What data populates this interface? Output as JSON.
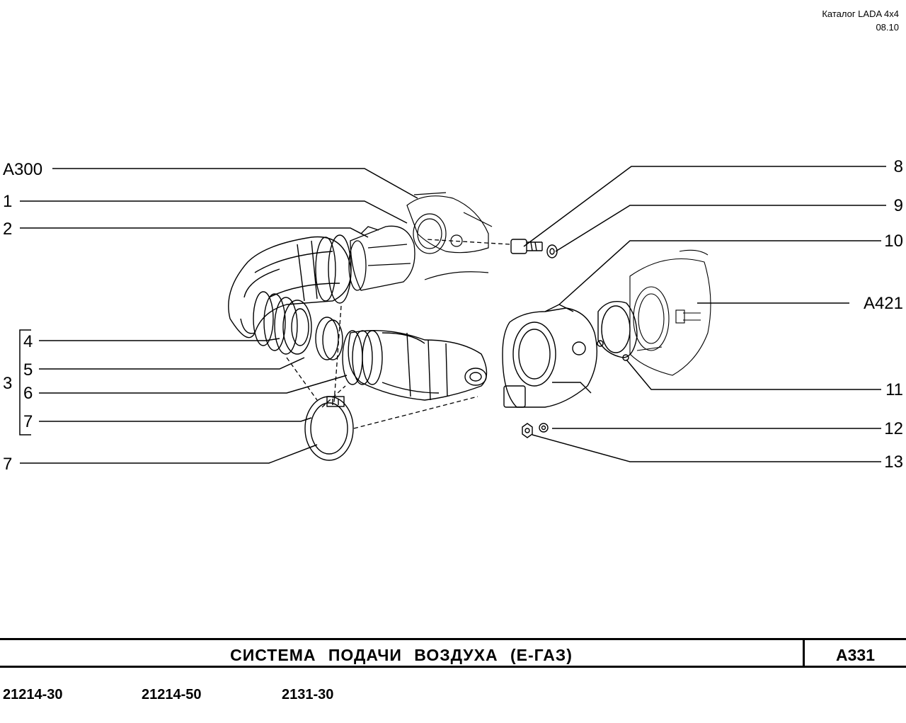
{
  "header": {
    "catalog": "Каталог  LADA  4x4",
    "date": "08.10"
  },
  "callouts": {
    "a300": "A300",
    "n1": "1",
    "n2": "2",
    "n3": "3",
    "n4": "4",
    "n5": "5",
    "n6": "6",
    "n7a": "7",
    "n7b": "7",
    "n8": "8",
    "n9": "9",
    "n10": "10",
    "a421": "A421",
    "n11": "11",
    "n12": "12",
    "n13": "13"
  },
  "title": {
    "text": "СИСТЕМА  ПОДАЧИ  ВОЗДУХА  (Е-ГАЗ)",
    "code": "A331"
  },
  "models": [
    "21214-30",
    "21214-50",
    "2131-30"
  ]
}
